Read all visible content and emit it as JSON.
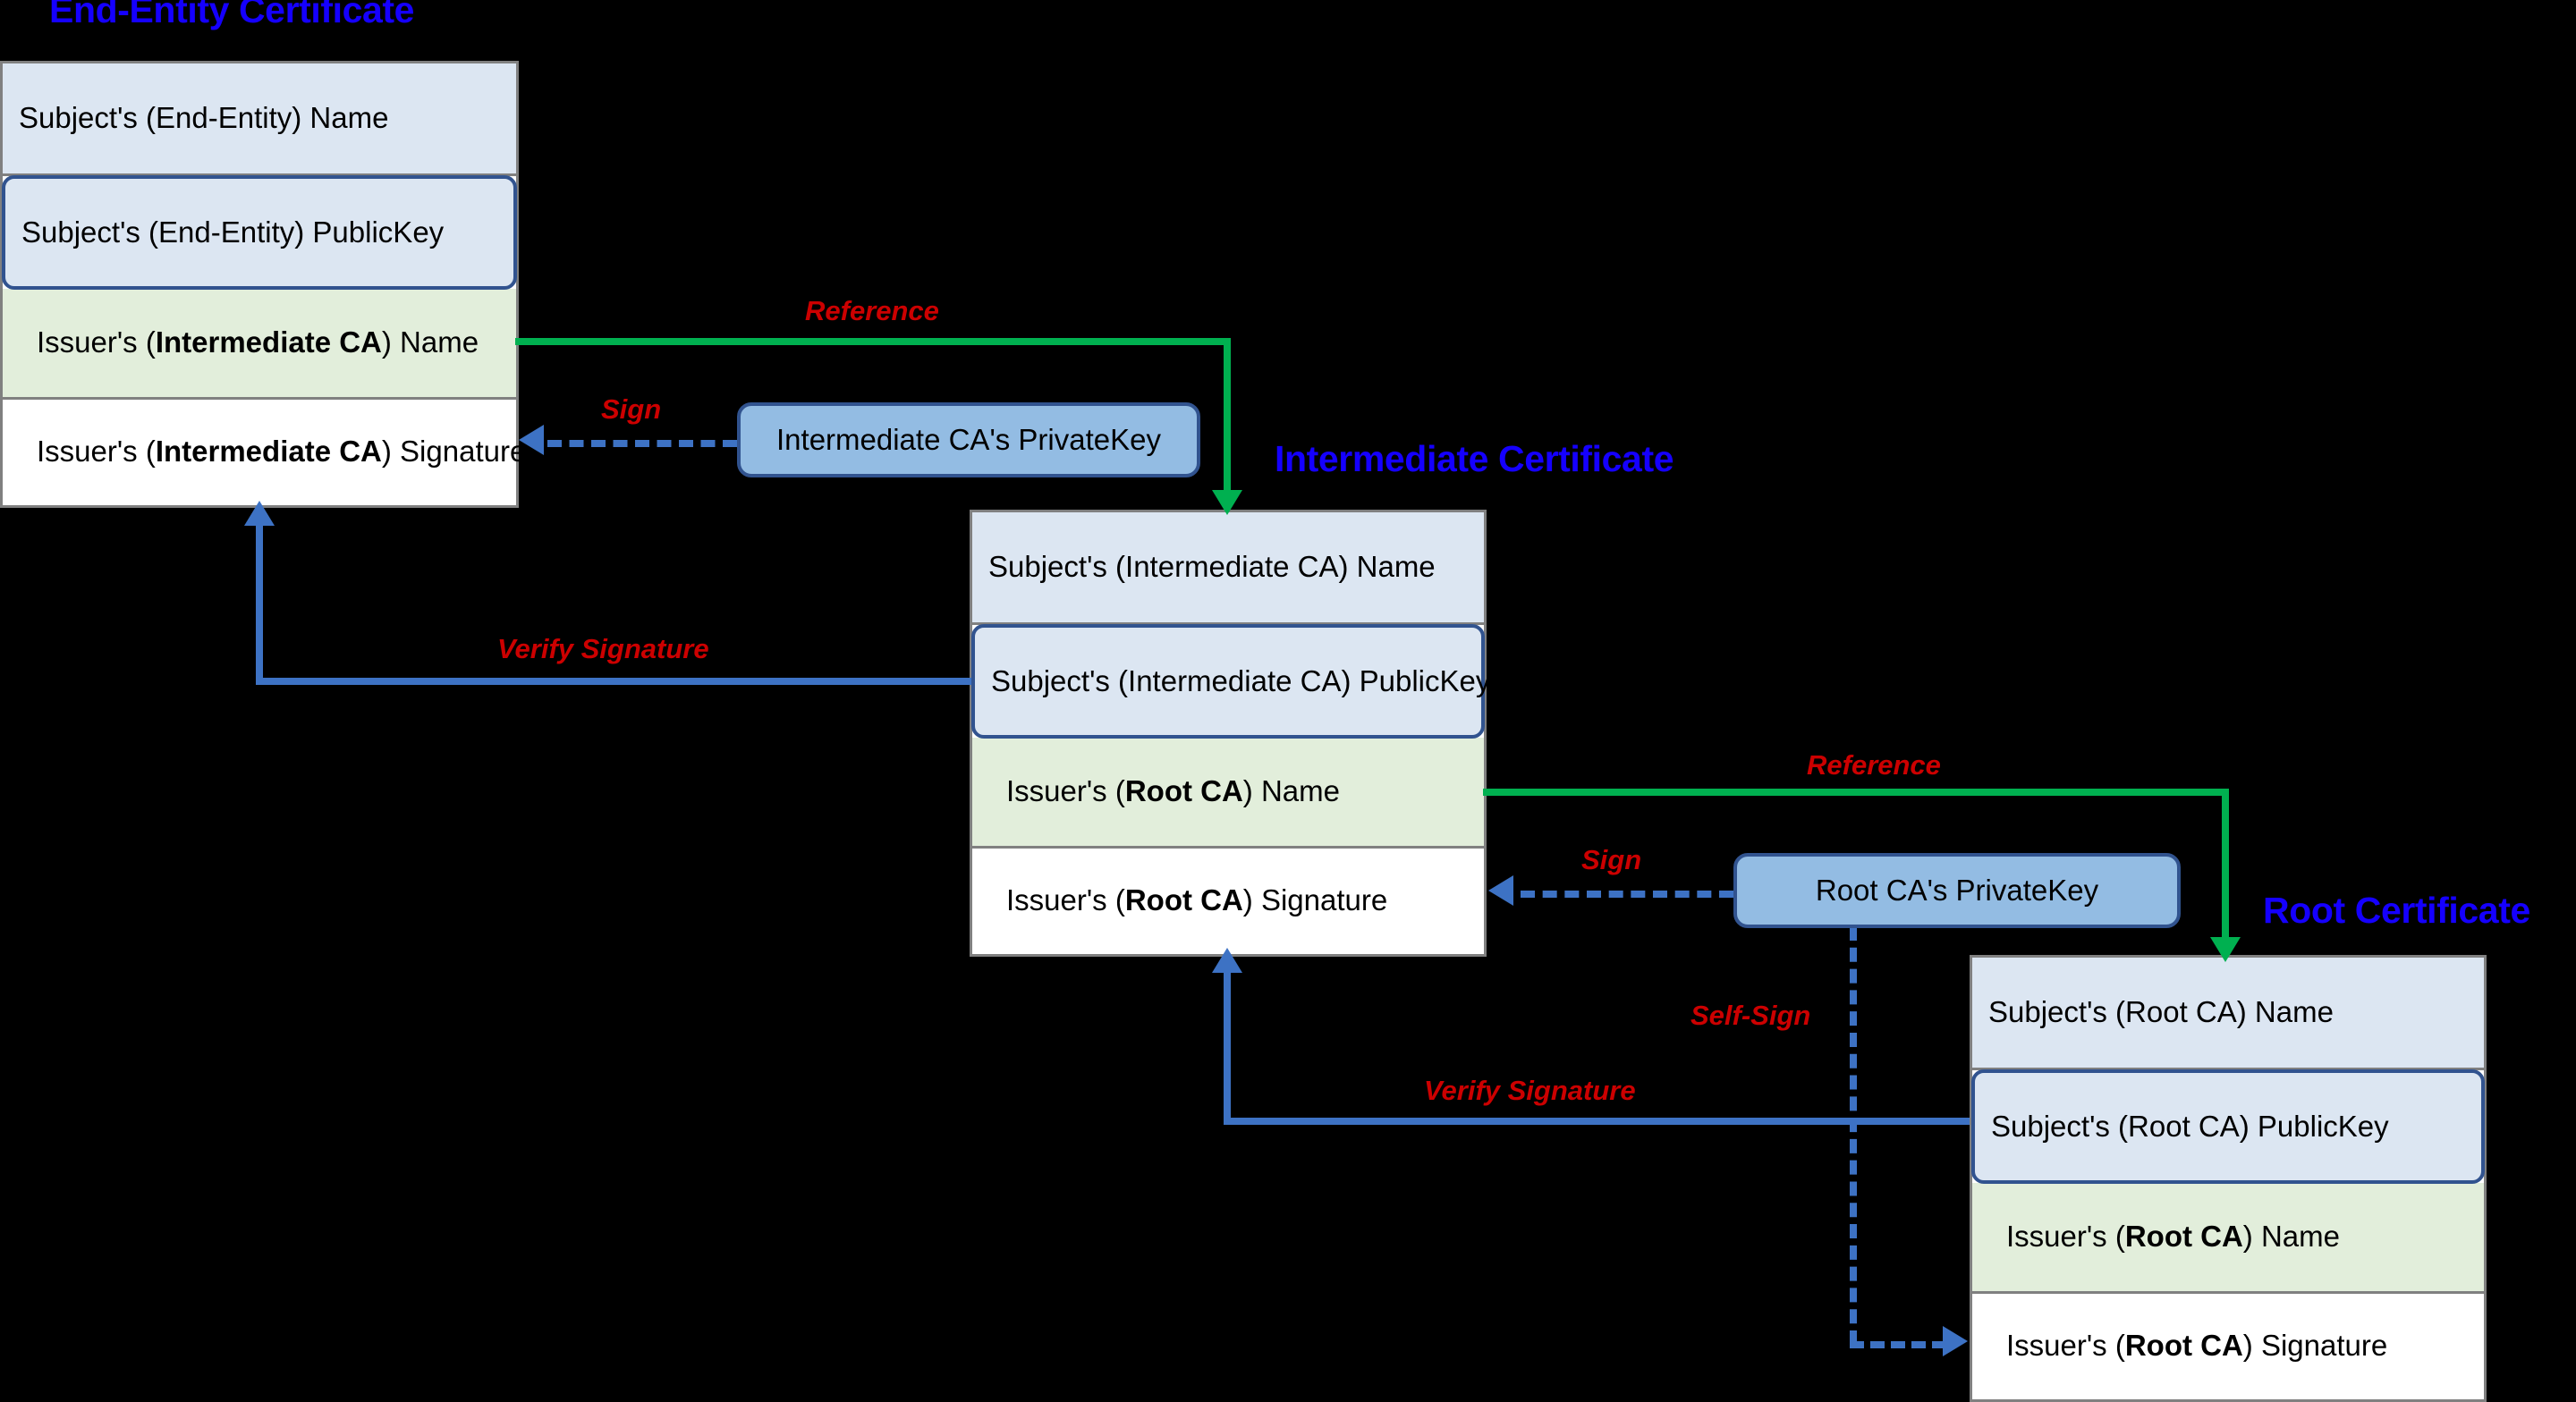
{
  "diagram": {
    "title_color": "#1500ff",
    "label_color": "#cc0000",
    "reference_edge_color": "#00b050",
    "sign_edge_color": "#3d72c4",
    "background": "#000000"
  },
  "certificates": {
    "end_entity": {
      "title": "End-Entity Certificate",
      "rows": [
        {
          "label": "Subject's (End-Entity) Name"
        },
        {
          "label": "Subject's (End-Entity) PublicKey"
        },
        {
          "label_prefix": "Issuer's (",
          "label_bold": "Intermediate CA",
          "label_suffix": ") Name"
        },
        {
          "label_prefix": "Issuer's (",
          "label_bold": "Intermediate CA",
          "label_suffix": ") Signature"
        }
      ]
    },
    "intermediate": {
      "title": "Intermediate Certificate",
      "rows": [
        {
          "label": "Subject's (Intermediate CA) Name"
        },
        {
          "label": "Subject's (Intermediate CA) PublicKey"
        },
        {
          "label_prefix": "Issuer's (",
          "label_bold": "Root CA",
          "label_suffix": ") Name"
        },
        {
          "label_prefix": "Issuer's (",
          "label_bold": "Root CA",
          "label_suffix": ") Signature"
        }
      ]
    },
    "root": {
      "title": "Root Certificate",
      "rows": [
        {
          "label": "Subject's (Root CA) Name"
        },
        {
          "label": "Subject's (Root CA) PublicKey"
        },
        {
          "label_prefix": "Issuer's (",
          "label_bold": "Root CA",
          "label_suffix": ") Name"
        },
        {
          "label_prefix": "Issuer's (",
          "label_bold": "Root CA",
          "label_suffix": ") Signature"
        }
      ]
    }
  },
  "keys": {
    "intermediate_private": "Intermediate CA's PrivateKey",
    "root_private": "Root CA's PrivateKey"
  },
  "edges": {
    "reference_upper": "Reference",
    "sign_upper": "Sign",
    "verify_upper": "Verify Signature",
    "reference_lower": "Reference",
    "sign_lower": "Sign",
    "verify_lower": "Verify Signature",
    "self_sign": "Self-Sign"
  }
}
